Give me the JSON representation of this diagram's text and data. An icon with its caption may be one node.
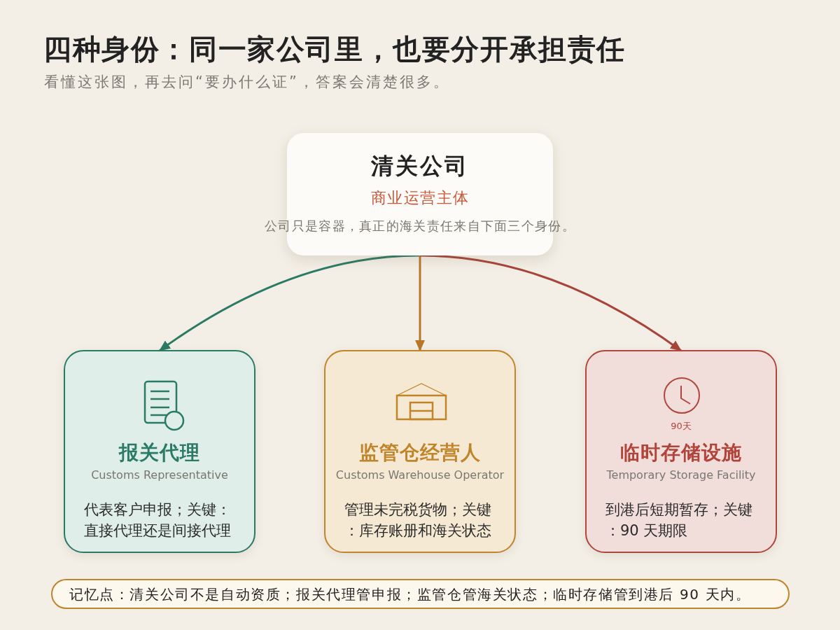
{
  "diagram": {
    "title": "四种身份：同一家公司里，也要分开承担责任",
    "nodes": [
      {
        "text": [
          "清关公司",
          "商业运营主体",
          "公司只是容器，真正的海关责任来自下面三个身份。"
        ]
      },
      {
        "text": [
          "报关代理",
          "Customs Representative",
          "代表客户申报；关键：直接代理还是间接代理"
        ]
      },
      {
        "text": [
          "监管仓经营人",
          "Customs Warehouse Operator",
          "管理未完税货物；关键：库存账册和海关状态"
        ]
      },
      {
        "text": [
          "90天",
          "临时存储设施",
          "Temporary Storage Facility",
          "到港后短期暂存；关键：90 天期限"
        ]
      },
      {
        "text": [
          "记忆点：清关公司不是自动资质；报关代理管申报；监管仓管海关状态；临时存储管到港后 90 天内。"
        ]
      }
    ],
    "edges": [
      {
        "from": 0,
        "to": 1,
        "arrow": "to",
        "color": "#2a7a66"
      },
      {
        "from": 0,
        "to": 2,
        "arrow": "to",
        "color": "#b8782a"
      },
      {
        "from": 0,
        "to": 3,
        "arrow": "to",
        "color": "#a8443a"
      }
    ],
    "labels": [
      "看懂这张图，再去问“要办什么证”，答案会清楚很多。"
    ]
  }
}
